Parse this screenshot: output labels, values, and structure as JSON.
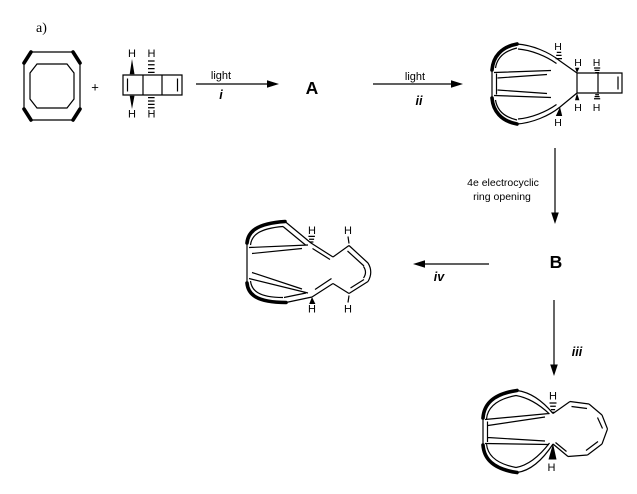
{
  "panel": {
    "label": "a)"
  },
  "operators": {
    "plus": "+"
  },
  "compounds": {
    "a": "A",
    "b": "B"
  },
  "steps": {
    "i": {
      "condition": "light",
      "label": "i"
    },
    "ii": {
      "condition": "light",
      "label": "ii"
    },
    "iii": {
      "label": "iii"
    },
    "iv": {
      "label": "iv"
    },
    "ring_opening": {
      "line1": "4e electrocyclic",
      "line2": "ring opening"
    }
  },
  "atom_labels": {
    "hydrogen": "H"
  },
  "colors": {
    "ink": "#000000",
    "background": "#ffffff"
  }
}
